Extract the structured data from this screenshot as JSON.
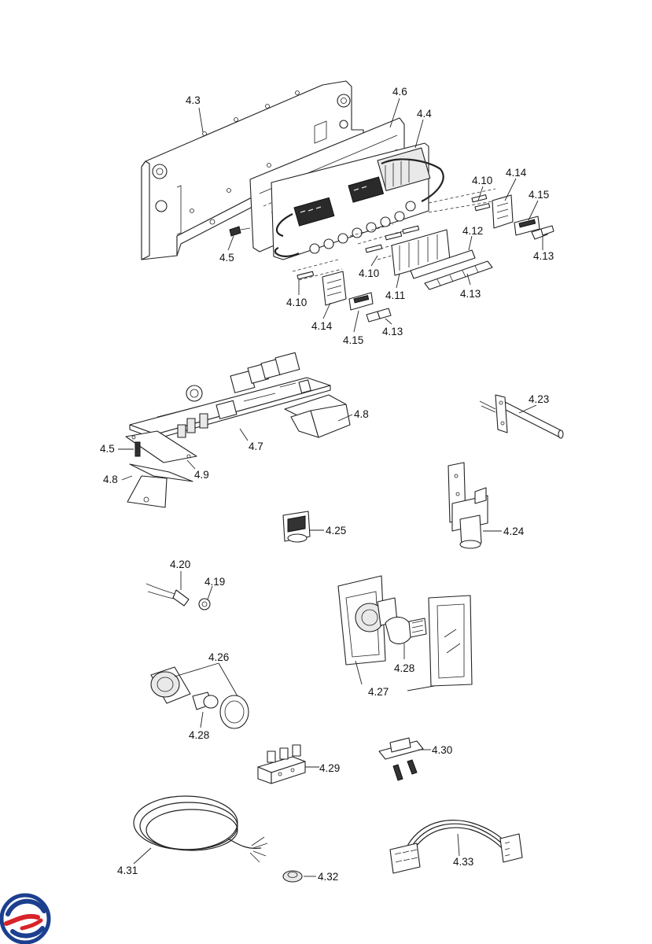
{
  "labels": {
    "l4_3": "4.3",
    "l4_6": "4.6",
    "l4_4": "4.4",
    "l4_10a": "4.10",
    "l4_14a": "4.14",
    "l4_15a": "4.15",
    "l4_12": "4.12",
    "l4_13a": "4.13",
    "l4_5a": "4.5",
    "l4_10b": "4.10",
    "l4_11": "4.11",
    "l4_13b": "4.13",
    "l4_10c": "4.10",
    "l4_14b": "4.14",
    "l4_15b": "4.15",
    "l4_13c": "4.13",
    "l4_8a": "4.8",
    "l4_7": "4.7",
    "l4_5b": "4.5",
    "l4_9": "4.9",
    "l4_8b": "4.8",
    "l4_23": "4.23",
    "l4_24": "4.24",
    "l4_25": "4.25",
    "l4_20": "4.20",
    "l4_19": "4.19",
    "l4_26": "4.26",
    "l4_28a": "4.28",
    "l4_28b": "4.28",
    "l4_27": "4.27",
    "l4_29": "4.29",
    "l4_30": "4.30",
    "l4_31": "4.31",
    "l4_32": "4.32",
    "l4_33": "4.33"
  },
  "colors": {
    "logo_blue": "#1c3f8f",
    "logo_red": "#d8232a",
    "line": "#222222"
  },
  "logo": {
    "icon": "brand-swirl-logo"
  }
}
